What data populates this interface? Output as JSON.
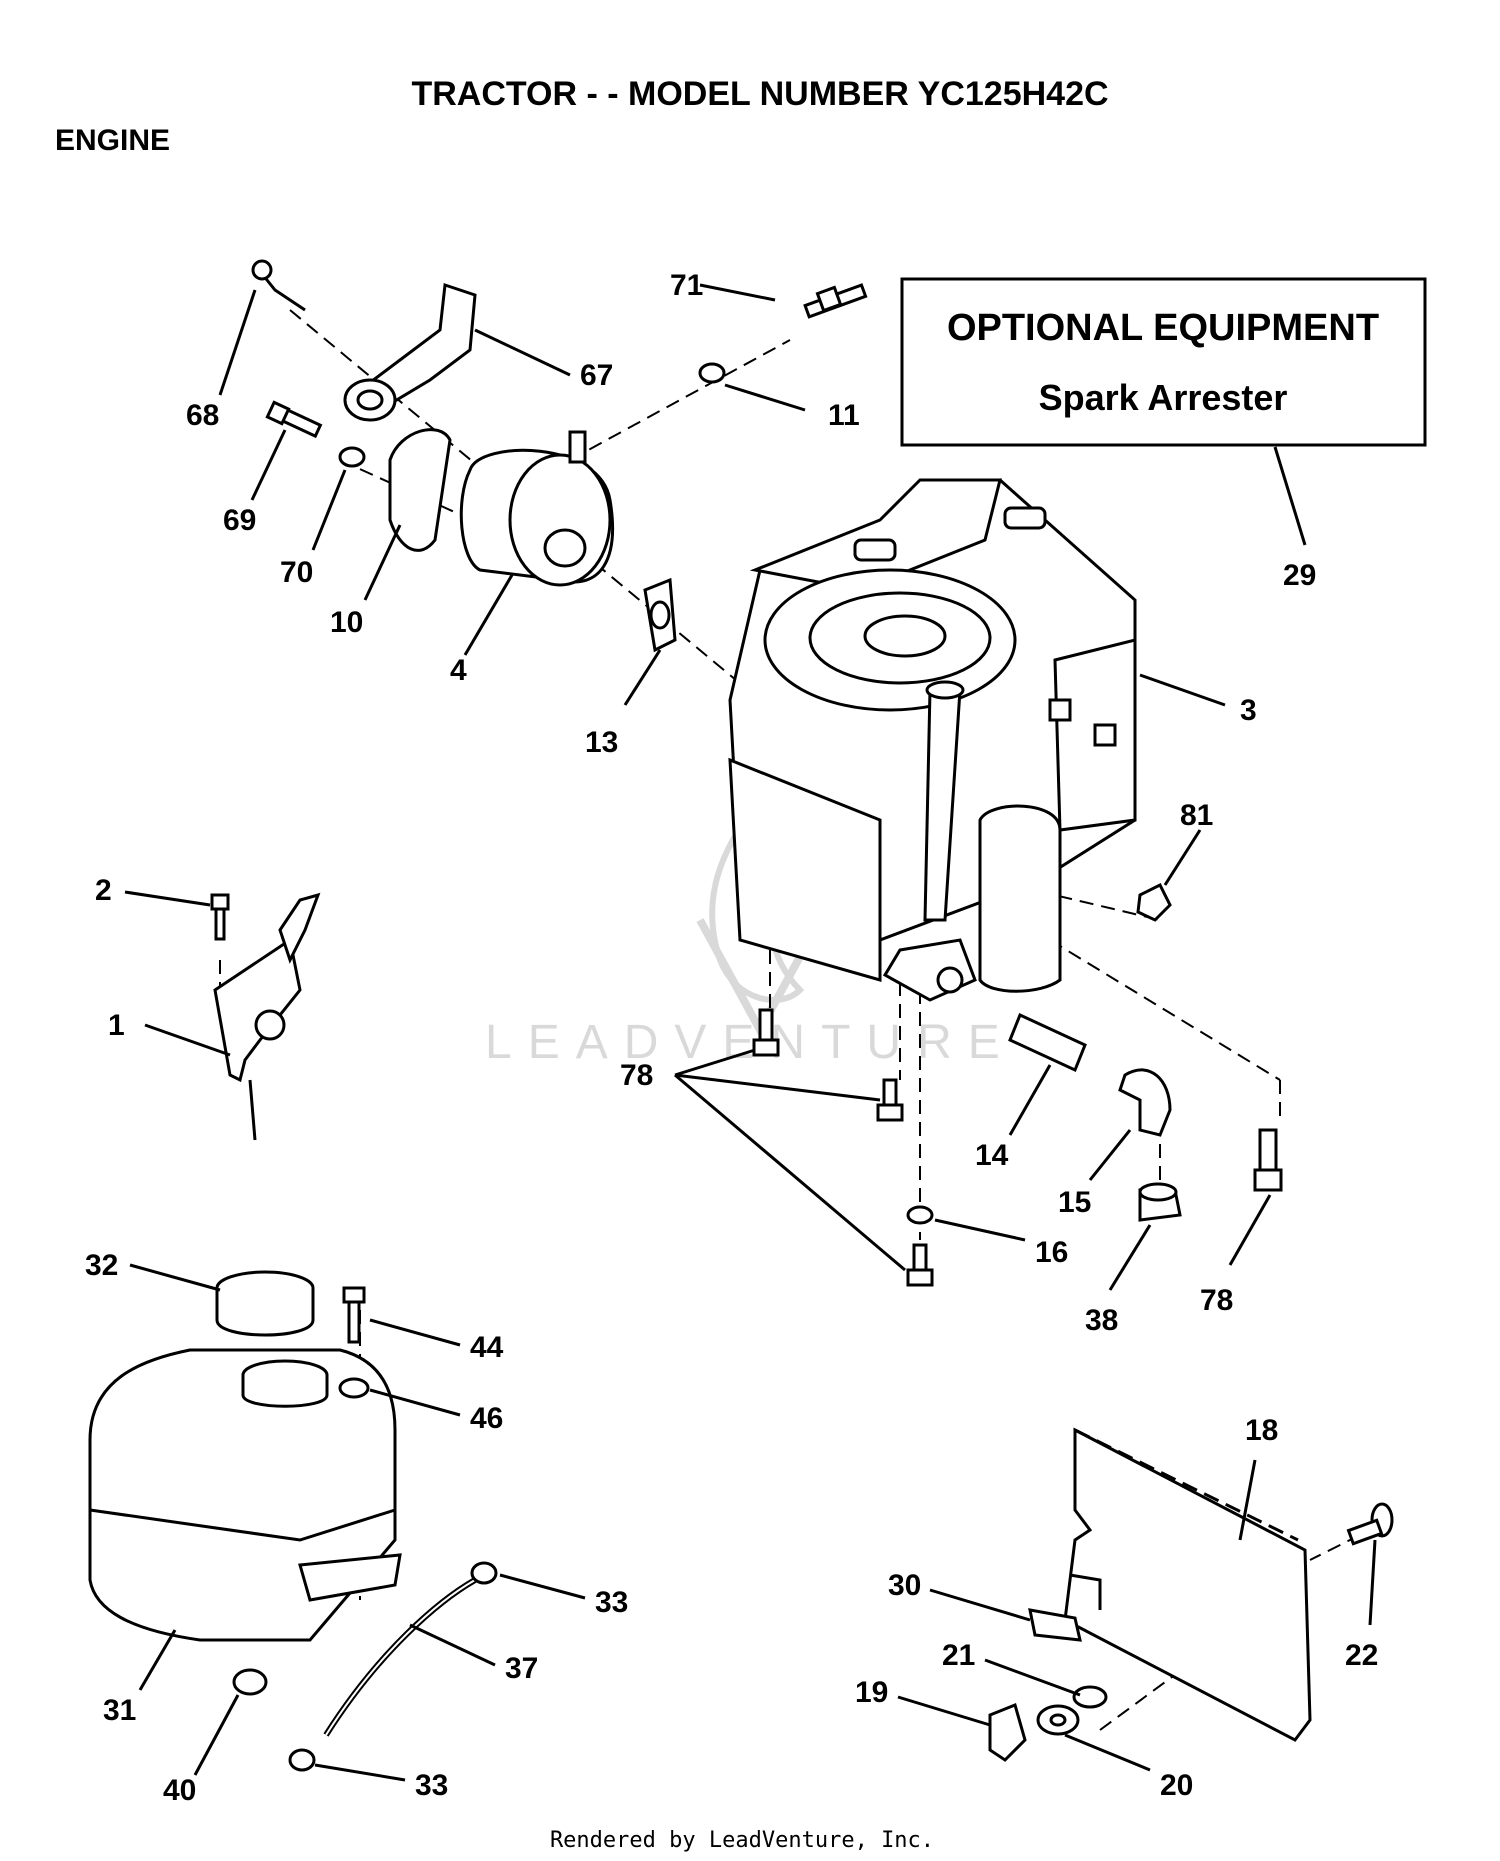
{
  "header": {
    "title": "TRACTOR - - MODEL NUMBER YC125H42C",
    "section": "ENGINE"
  },
  "optional_box": {
    "line1": "OPTIONAL EQUIPMENT",
    "line2": "Spark Arrester",
    "ref": "29"
  },
  "watermark": "LEADVENTURE",
  "footer": "Rendered by LeadVenture, Inc.",
  "callouts": {
    "p1": "1",
    "p2": "2",
    "p3": "3",
    "p4": "4",
    "p10": "10",
    "p11": "11",
    "p13": "13",
    "p14": "14",
    "p15": "15",
    "p16": "16",
    "p18": "18",
    "p19": "19",
    "p20": "20",
    "p21": "21",
    "p22": "22",
    "p30": "30",
    "p31": "31",
    "p32": "32",
    "p33a": "33",
    "p33b": "33",
    "p37": "37",
    "p38": "38",
    "p40": "40",
    "p44": "44",
    "p46": "46",
    "p67": "67",
    "p68": "68",
    "p69": "69",
    "p70": "70",
    "p71": "71",
    "p78a": "78",
    "p78b": "78",
    "p81": "81"
  },
  "colors": {
    "ink": "#000000",
    "paper": "#ffffff",
    "watermark": "#d9d9d9"
  }
}
